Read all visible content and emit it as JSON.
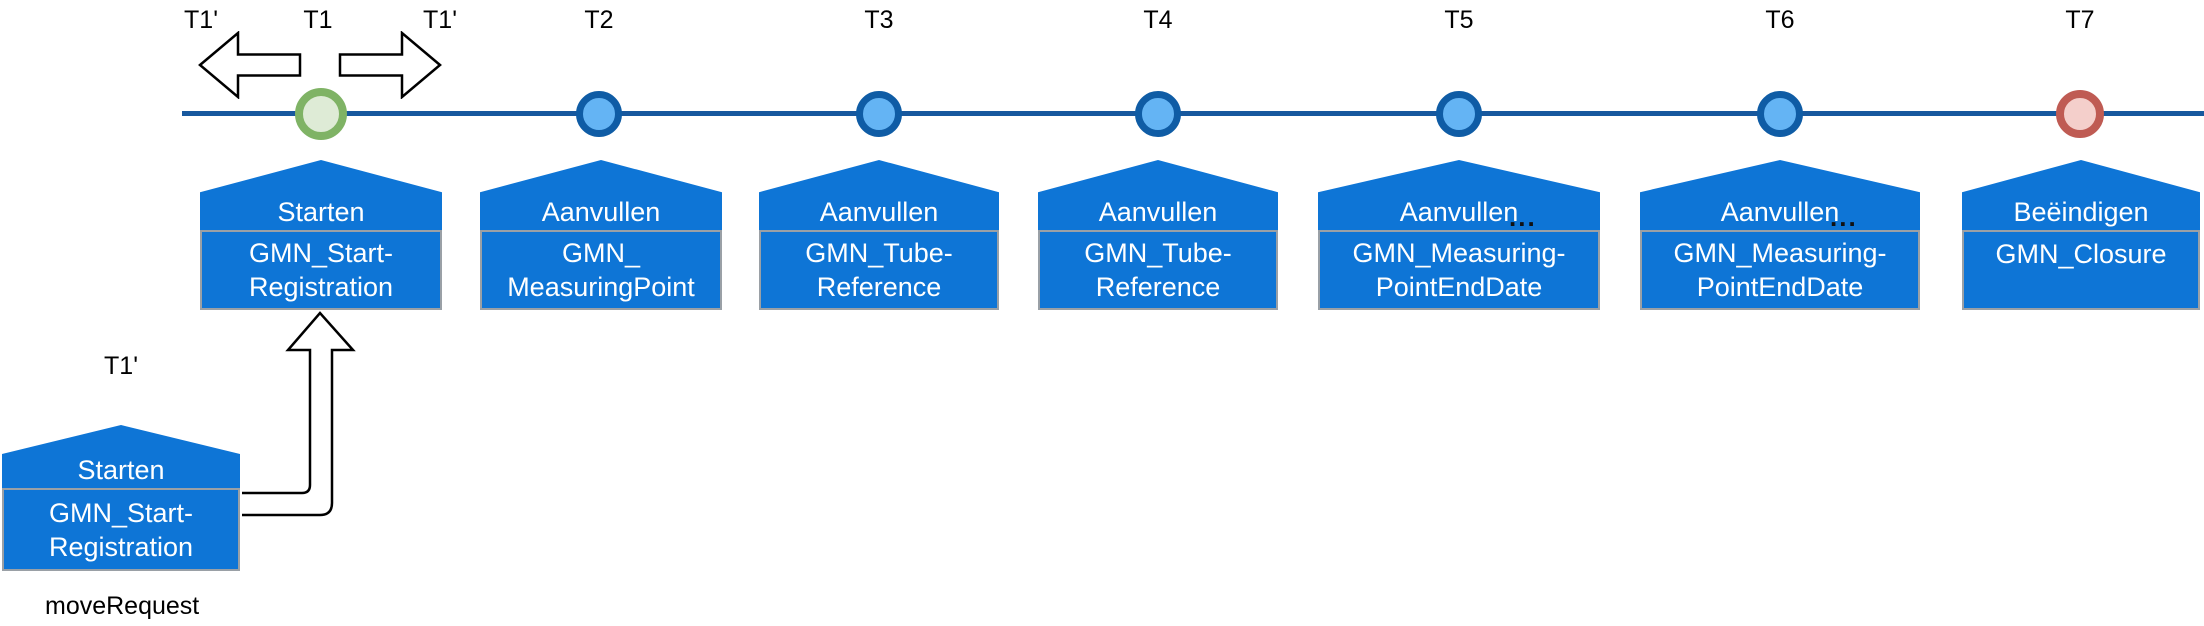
{
  "diagram": {
    "top_labels": {
      "t1_left_alt": "T1'",
      "t1_right_alt": "T1'"
    },
    "events": [
      {
        "label": "T1",
        "circle": "start",
        "action": "Starten",
        "message": "GMN_Start-\nRegistration"
      },
      {
        "label": "T2",
        "circle": "normal",
        "action": "Aanvullen",
        "message": "GMN_\nMeasuringPoint"
      },
      {
        "label": "T3",
        "circle": "normal",
        "action": "Aanvullen",
        "message": "GMN_Tube-\nReference"
      },
      {
        "label": "T4",
        "circle": "normal",
        "action": "Aanvullen",
        "message": "GMN_Tube-\nReference"
      },
      {
        "label": "T5",
        "circle": "normal",
        "action": "Aanvullen",
        "ellipsis": "...",
        "message": "GMN_Measuring-\nPointEndDate"
      },
      {
        "label": "T6",
        "circle": "normal",
        "action": "Aanvullen",
        "ellipsis": "...",
        "message": "GMN_Measuring-\nPointEndDate"
      },
      {
        "label": "T7",
        "circle": "end",
        "action": "Beëindigen",
        "message": "GMN_Closure"
      }
    ],
    "move_request": {
      "label": "T1'",
      "action": "Starten",
      "message": "GMN_Start-\nRegistration",
      "caption": "moveRequest"
    },
    "colors": {
      "box_blue": "#0e75d6",
      "box_text": "#ffffff",
      "body_border": "#9aa0a6",
      "timeline": "#17589e",
      "circle_ring": "#0f5ca5",
      "circle_fill": "#64b4f4",
      "start_ring": "#7fb365",
      "start_fill": "#deebd6",
      "end_ring": "#bf5b53",
      "end_fill": "#f4cfcb",
      "label_text": "#000000",
      "connector_outline": "#000000"
    }
  }
}
